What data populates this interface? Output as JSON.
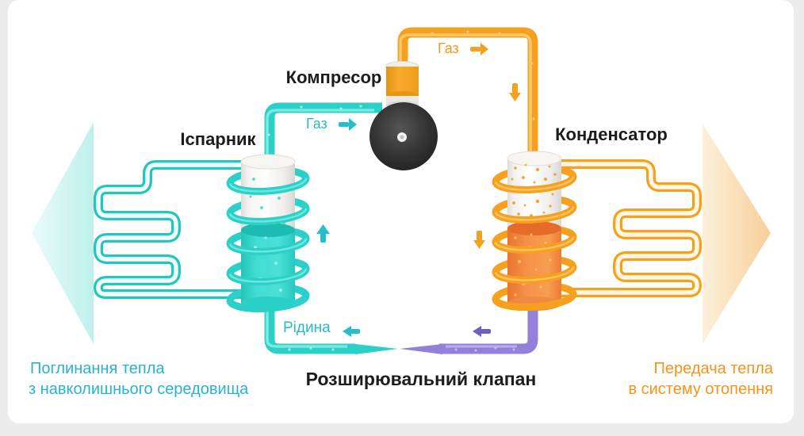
{
  "title": "Heat pump operating cycle diagram",
  "labels": {
    "compressor": "Компресор",
    "evaporator": "Іспарник",
    "condenser": "Конденсатор",
    "expansion_valve": "Розширювальний клапан",
    "gas_left": "Газ",
    "gas_top": "Газ",
    "liquid": "Рідина"
  },
  "captions": {
    "left_line1": "Поглинання тепла",
    "left_line2": "з навколишнього середовища",
    "right_line1": "Передача тепла",
    "right_line2": "в систему отопення"
  },
  "icons": {
    "gas_flow_left_loop": "arrow-right",
    "gas_flow_top_loop": "arrow-right",
    "gas_rise_evaporator": "arrow-up",
    "gas_descend_to_condenser": "arrow-down",
    "liquid_descend_condenser": "arrow-down",
    "liquid_flow_purple": "arrow-left",
    "liquid_flow_cyan": "arrow-left",
    "heat_absorbed": "big-arrow-left",
    "heat_released": "big-arrow-right"
  },
  "colors": {
    "bg": "#ececec",
    "panel": "#ffffff",
    "black_text": "#1c1c1c",
    "cyan_pipe": "#2bd1c8",
    "cyan_pipe_dark": "#23c6bd",
    "cyan_arrow": "#25bfca",
    "cyan_text": "#2ab2d4",
    "cyan_text_teal": "#29b9c9",
    "orange_pipe": "#f5a11f",
    "orange_text": "#f5941d",
    "purple_pipe": "#9381d9",
    "purple_arrow": "#6e60c3",
    "evaporator_liquid": "#3bd9cf",
    "condenser_liquid": "#f28c44",
    "compressor_sphere": "#2b2b2b"
  }
}
